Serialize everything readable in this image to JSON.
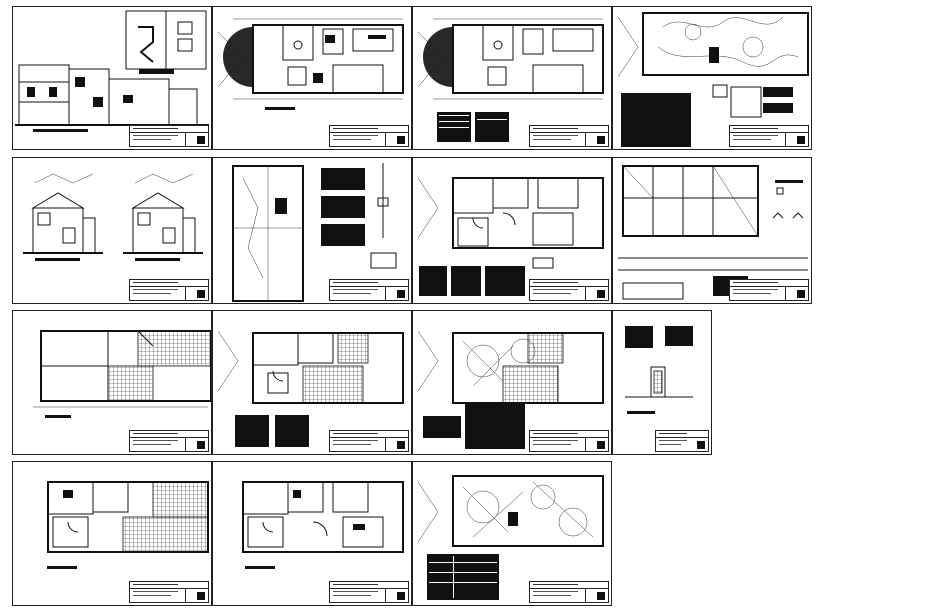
{
  "drawing_set": {
    "sheets": [
      {
        "id": "s1",
        "kind": "elevation-section"
      },
      {
        "id": "s2",
        "kind": "furnished-floor-plan"
      },
      {
        "id": "s3",
        "kind": "furnished-floor-plan-legend"
      },
      {
        "id": "s4",
        "kind": "electrical-plan-schedule"
      },
      {
        "id": "s5",
        "kind": "front-elevations"
      },
      {
        "id": "s6",
        "kind": "structural-details"
      },
      {
        "id": "s7",
        "kind": "first-floor-plan"
      },
      {
        "id": "s8",
        "kind": "foundation-plan"
      },
      {
        "id": "s9",
        "kind": "site-slab-plan"
      },
      {
        "id": "s10",
        "kind": "floor-plan-tables"
      },
      {
        "id": "s11",
        "kind": "lighting-plan-tables"
      },
      {
        "id": "s12",
        "kind": "detail-tables"
      },
      {
        "id": "s13",
        "kind": "ground-floor-plan"
      },
      {
        "id": "s14",
        "kind": "ground-floor-plan-alt"
      },
      {
        "id": "s15",
        "kind": "electrical-plan-table"
      }
    ]
  },
  "colors": {
    "ink": "#111111",
    "paper": "#ffffff",
    "border": "#222222"
  },
  "icons": {
    "titleblock": "title-block-icon"
  }
}
